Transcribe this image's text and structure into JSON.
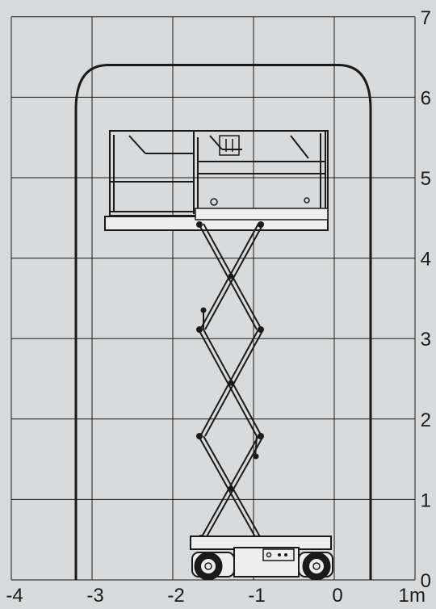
{
  "diagram": {
    "x_axis": {
      "tick_labels": [
        "-4",
        "-3",
        "-2",
        "-1",
        "0",
        "1"
      ],
      "unit": "m",
      "range": [
        -4,
        1
      ]
    },
    "y_axis": {
      "tick_labels": [
        "0",
        "1",
        "2",
        "3",
        "4",
        "5",
        "6",
        "7"
      ],
      "range": [
        0,
        7
      ]
    },
    "grid": true,
    "subject": "scissor-lift",
    "work_envelope": {
      "left_x": -3.2,
      "right_x": 0.45,
      "top_y": 6.4
    },
    "colors": {
      "background": "#d9dadb",
      "grid": "#1a1a1a",
      "machine_line": "#1a1a1a",
      "machine_fill": "#eeeeee"
    }
  }
}
